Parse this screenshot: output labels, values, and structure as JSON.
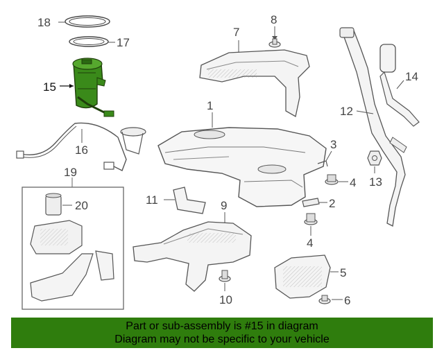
{
  "callouts": {
    "c1": "1",
    "c2": "2",
    "c3": "3",
    "c4a": "4",
    "c4b": "4",
    "c5": "5",
    "c6": "6",
    "c7": "7",
    "c8": "8",
    "c9": "9",
    "c10": "10",
    "c11": "11",
    "c12": "12",
    "c13": "13",
    "c14": "14",
    "c15": "15",
    "c16": "16",
    "c17": "17",
    "c18": "18",
    "c19": "19",
    "c20": "20"
  },
  "highlight": {
    "part": "15",
    "color": "#2f7d0d"
  },
  "banner": {
    "line1": "Part or sub-assembly is #15 in diagram",
    "line2": "Diagram may not be specific to your vehicle",
    "color": "#2f7d0d"
  }
}
